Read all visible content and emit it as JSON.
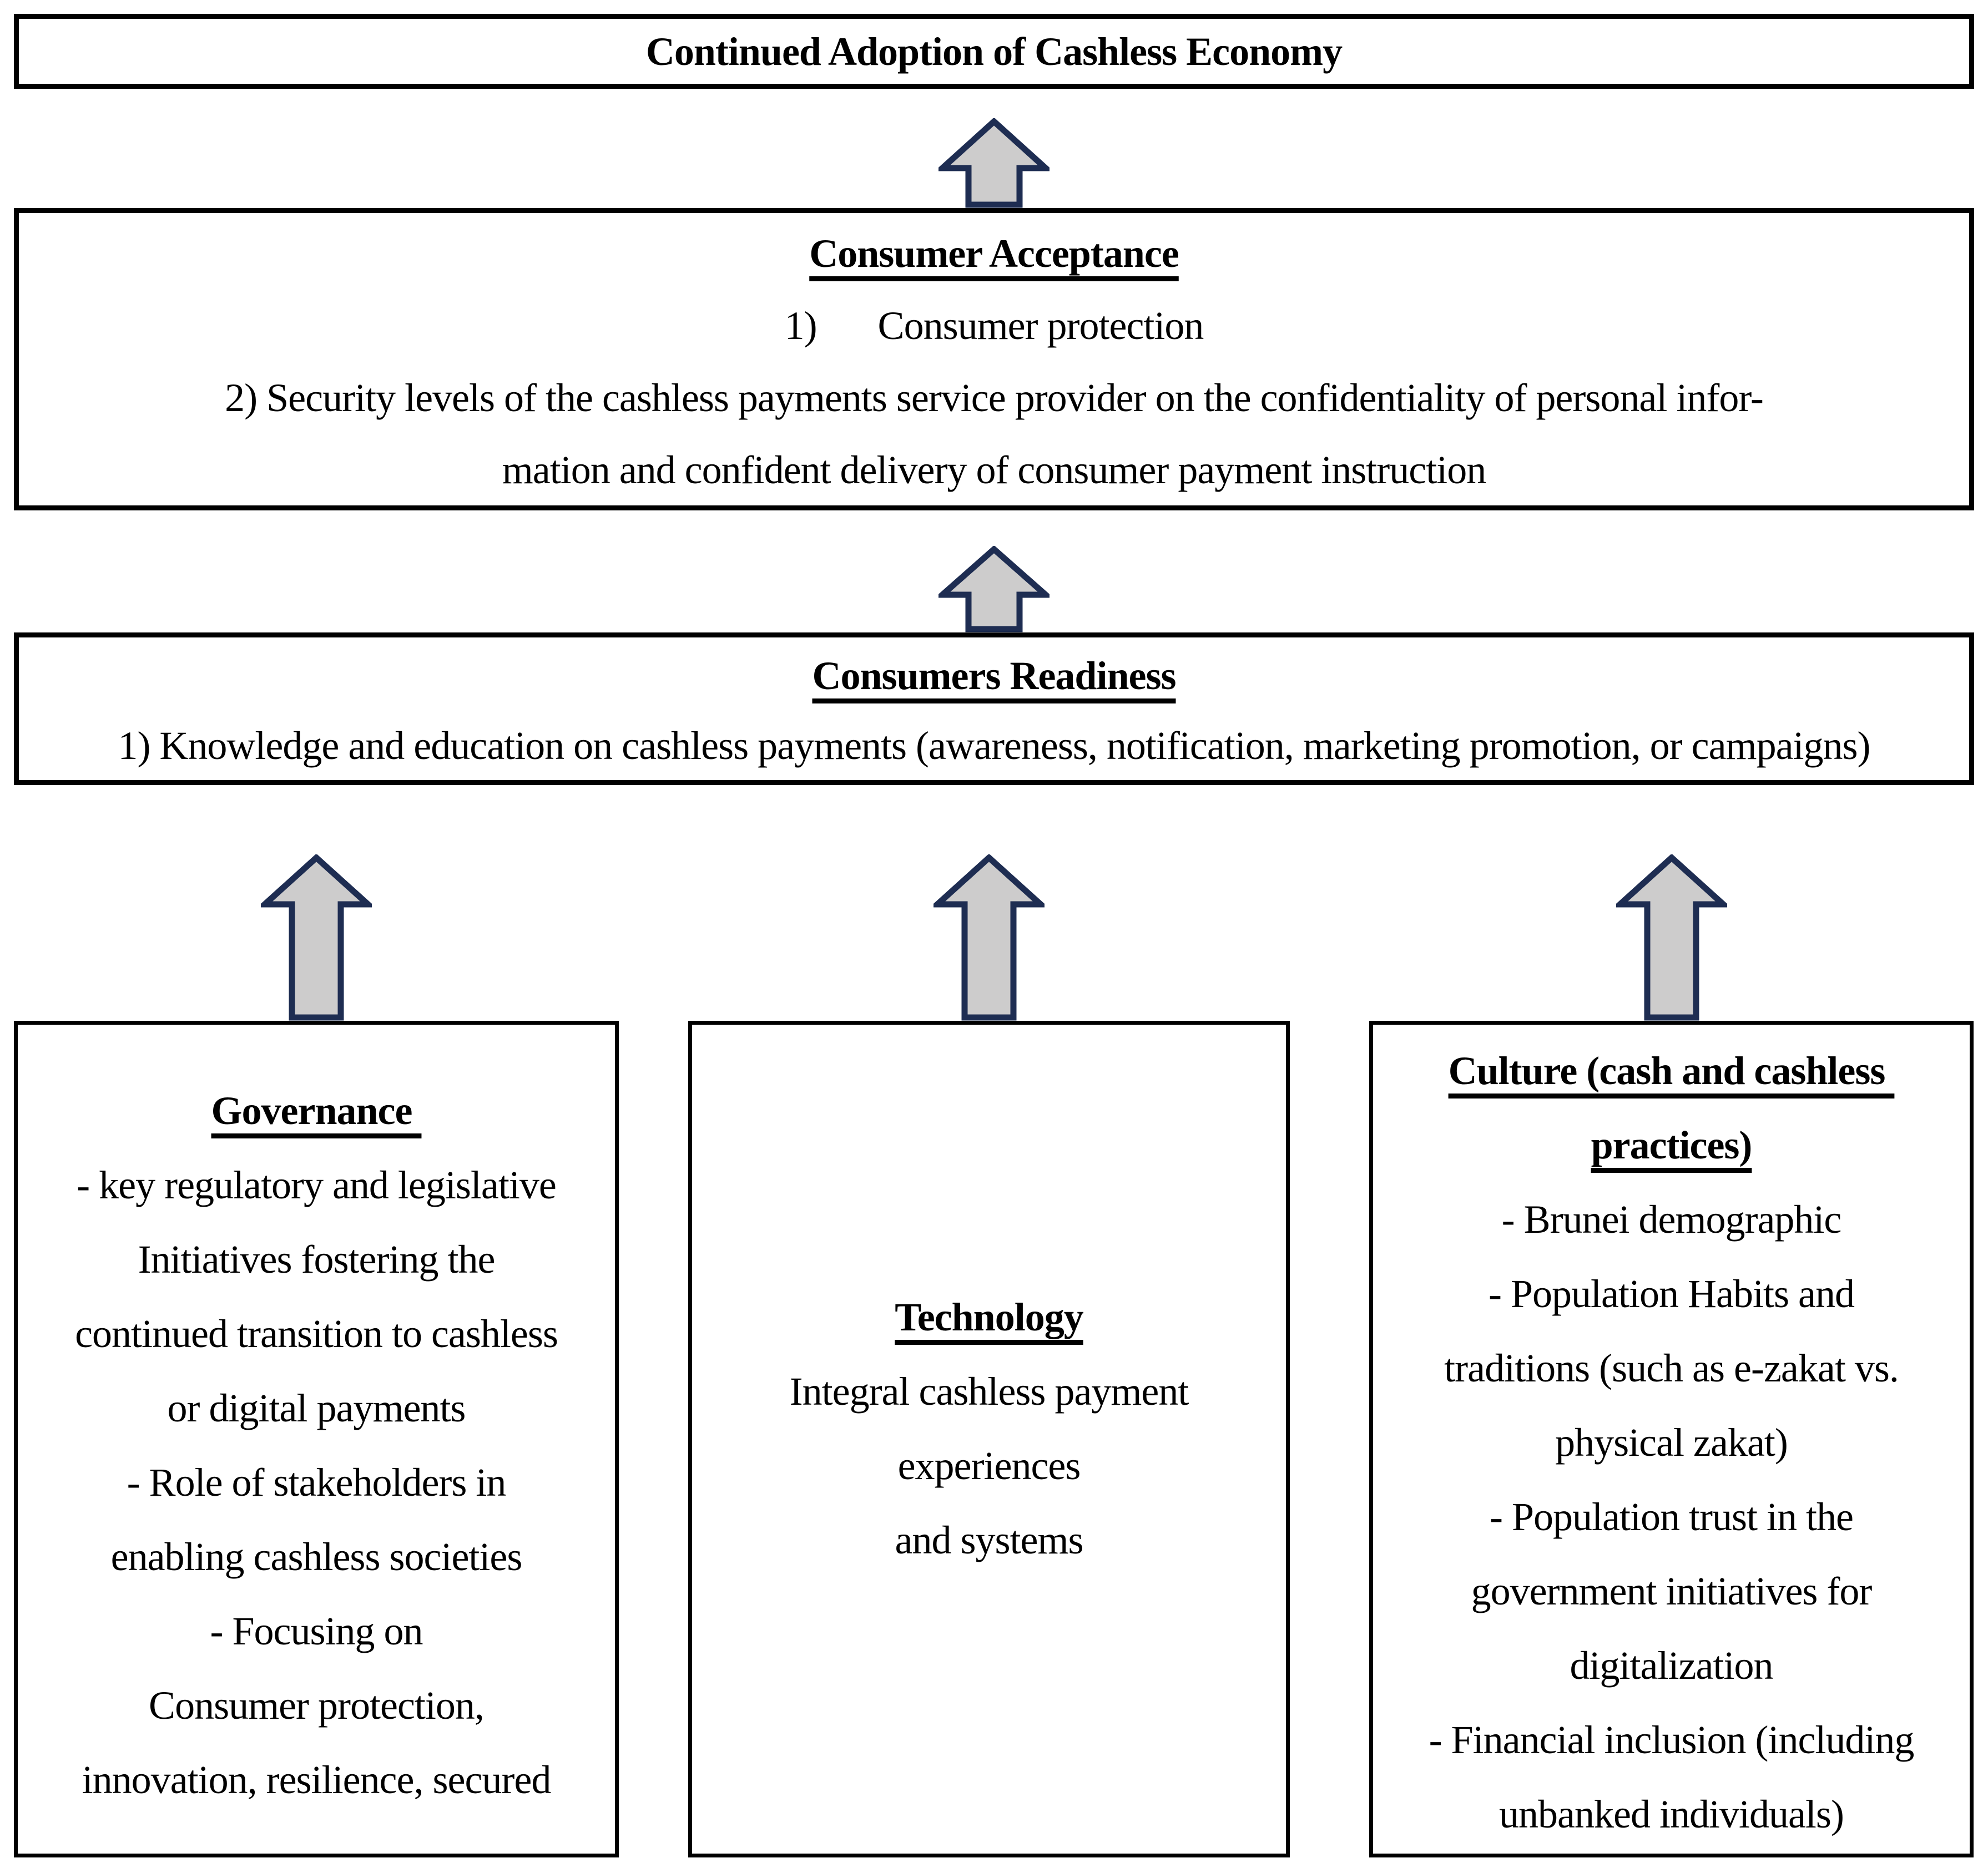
{
  "colors": {
    "arrow_fill": "#CDCCCC",
    "arrow_border": "#1E2D52",
    "box_border": "#000000",
    "text": "#000000"
  },
  "top_box": {
    "title": "Continued Adoption of Cashless Economy"
  },
  "consumer_acceptance": {
    "title": "Consumer Acceptance",
    "item_1_number": "1)",
    "item_1_text": "Consumer protection",
    "item_2_line_1": "2) Security levels of the cashless payments service provider on the confidentiality of personal infor-",
    "item_2_line_2": "mation and confident delivery of consumer payment instruction"
  },
  "consumers_readiness": {
    "title": "Consumers Readiness",
    "item_1": "1) Knowledge and education on cashless payments (awareness, notification, marketing promotion, or campaigns)"
  },
  "governance": {
    "title": "Governance ",
    "lines": [
      "- key regulatory and legislative",
      "Initiatives fostering the",
      "continued transition to cashless",
      "or digital payments",
      "- Role of stakeholders in",
      "enabling cashless societies",
      "- Focusing on",
      "Consumer protection,",
      "innovation, resilience, secured"
    ]
  },
  "technology": {
    "title": "Technology",
    "lines": [
      "Integral cashless payment",
      "experiences",
      "and systems"
    ]
  },
  "culture": {
    "title_line_1": "Culture (cash and cashless ",
    "title_line_2": "practices)",
    "lines": [
      "- Brunei demographic",
      "- Population Habits and",
      "traditions (such as e-zakat vs.",
      "physical zakat)",
      "- Population trust in the",
      "government initiatives for",
      "digitalization",
      "- Financial inclusion (including",
      "unbanked individuals)"
    ]
  }
}
